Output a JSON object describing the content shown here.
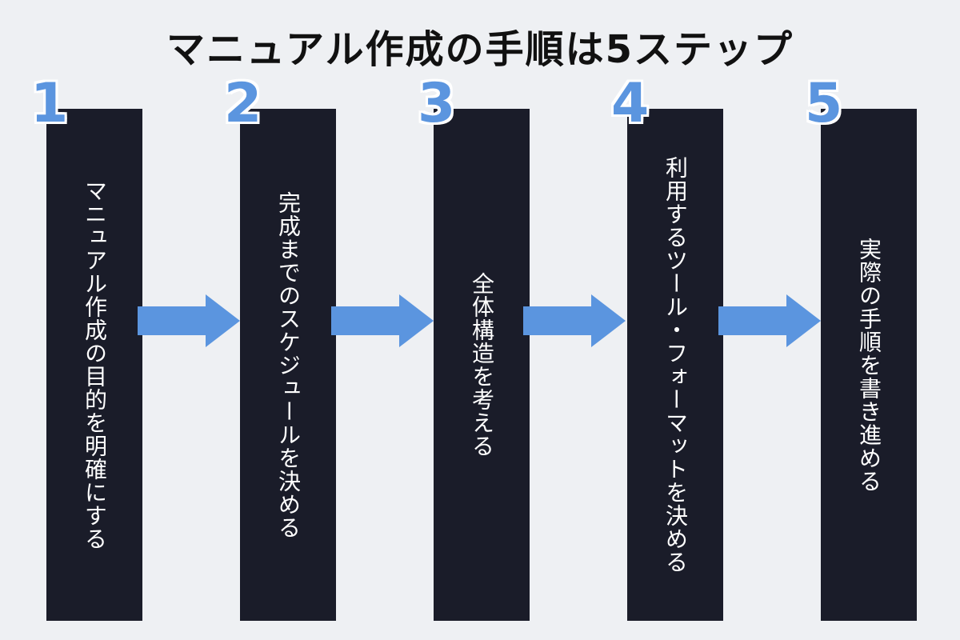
{
  "title": "マニュアル作成の手順は5ステップ",
  "accent_color": "#5b95df",
  "box_color": "#1a1c29",
  "steps": [
    {
      "number": "1",
      "label": "マニュアル作成の目的を明確にする"
    },
    {
      "number": "2",
      "label": "完成までのスケジュールを決める"
    },
    {
      "number": "3",
      "label": "全体構造を考える"
    },
    {
      "number": "4",
      "label": "利用するツール・フォーマットを決める"
    },
    {
      "number": "5",
      "label": "実際の手順を書き進める"
    }
  ]
}
